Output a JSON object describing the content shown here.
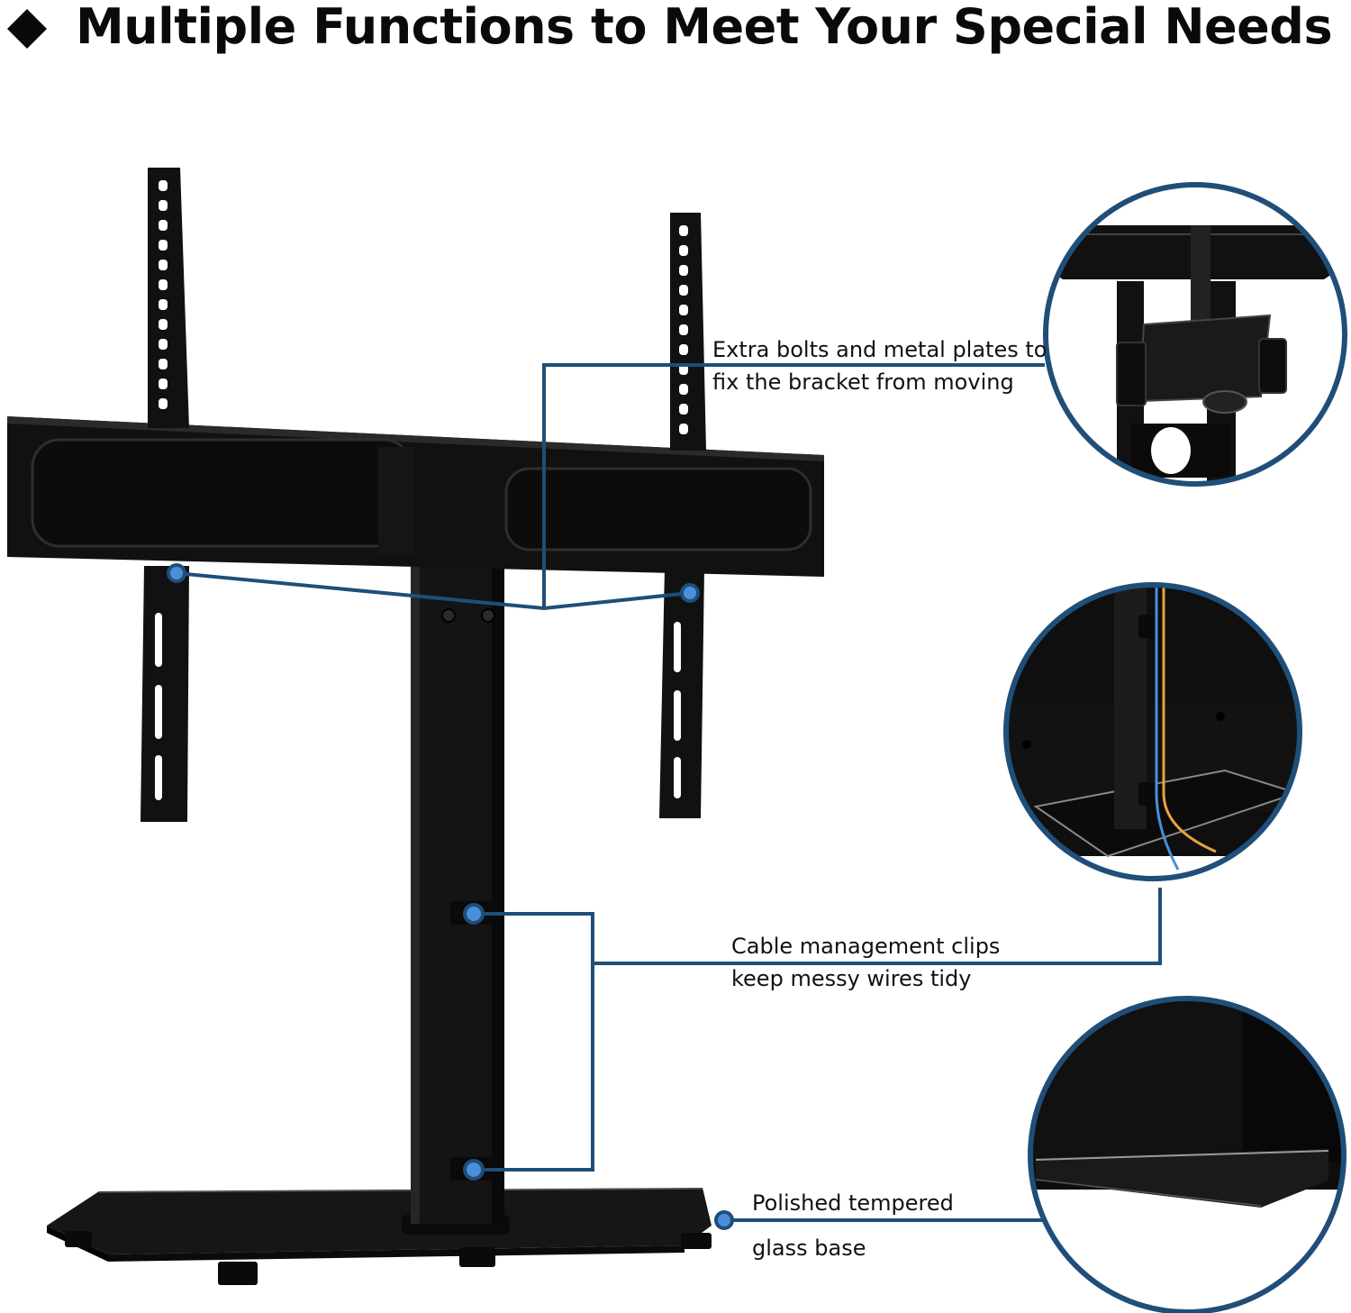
{
  "header": {
    "title": "Multiple Functions to Meet Your Special Needs",
    "bullet_icon": "diamond-bullet-icon"
  },
  "callouts": {
    "bolts": {
      "line1": "Extra bolts and metal plates to",
      "line2": "fix the bracket from moving"
    },
    "cables": {
      "line1": "Cable management clips",
      "line2": "keep messy wires tidy"
    },
    "glass": {
      "line1": "Polished tempered",
      "line2": "glass base"
    }
  },
  "colors": {
    "accent": "#1f4e79",
    "product": "#111111",
    "text": "#111111",
    "cable_blue": "#4a90d9",
    "cable_orange": "#e8a33d"
  }
}
